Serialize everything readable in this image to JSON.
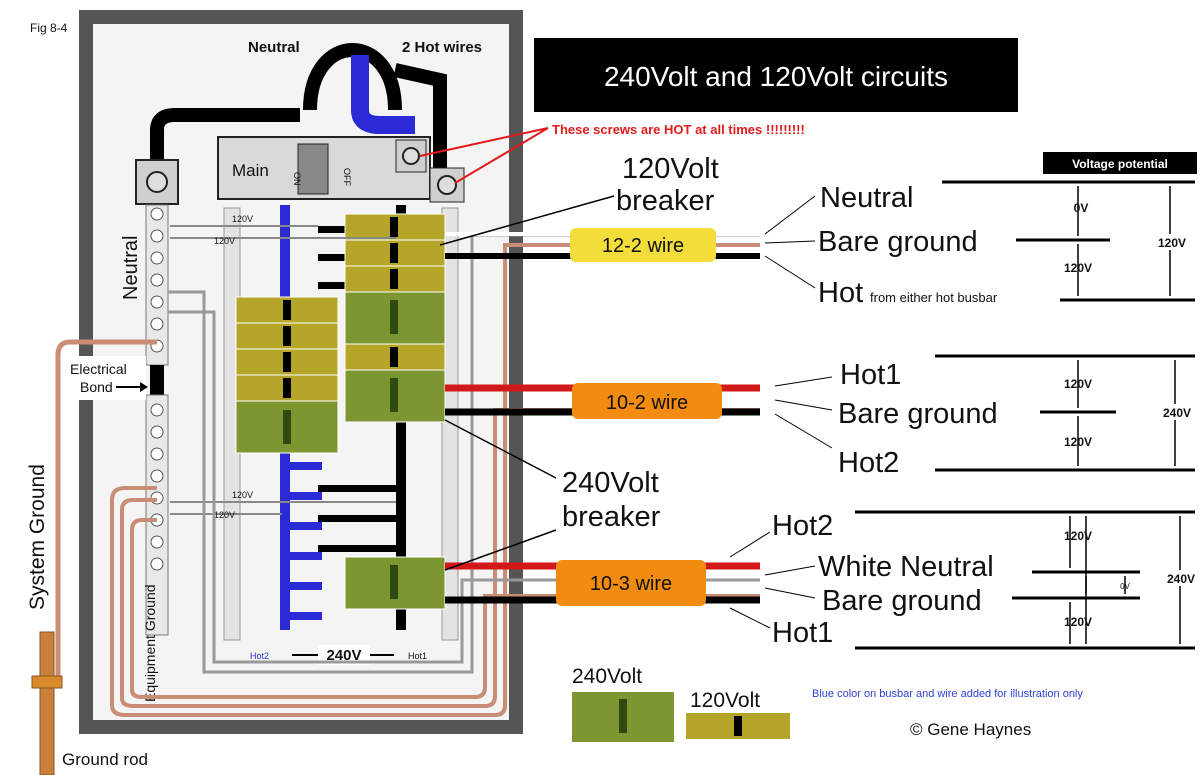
{
  "figure_label": "Fig 8-4",
  "title": "240Volt and 120Volt circuits",
  "service_entry": {
    "neutral": "Neutral",
    "hot_wires": "2 Hot wires"
  },
  "main_breaker": {
    "label": "Main",
    "on": "ON",
    "off": "OFF"
  },
  "hot_screws_note": "These screws are HOT at all times !!!!!!!!!",
  "labels": {
    "neutral_bar": "Neutral",
    "electrical_bond": "Electrical",
    "electrical_bond_2": "Bond",
    "system_ground": "System Ground",
    "equipment_ground": "Equipment Ground",
    "ground_rod": "Ground rod",
    "breaker_120_line1": "120Volt",
    "breaker_120_line2": "breaker",
    "breaker_240_line1": "240Volt",
    "breaker_240_line2": "breaker",
    "measure_120v": "120V",
    "bus_240v": "240V",
    "hot1_bus": "Hot1",
    "hot2_bus": "Hot2"
  },
  "voltage_header": "Voltage potential",
  "cables": {
    "c12_2": {
      "name": "12-2 wire",
      "wire_neutral": "Neutral",
      "wire_ground": "Bare ground",
      "wire_hot": "Hot",
      "hot_note": "from either hot busbar",
      "v_top": "0V",
      "v_bottom": "120V",
      "v_total": "120V"
    },
    "c10_2": {
      "name": "10-2 wire",
      "wire_hot1": "Hot1",
      "wire_ground": "Bare ground",
      "wire_hot2": "Hot2",
      "v_top": "120V",
      "v_bottom": "120V",
      "v_total": "240V"
    },
    "c10_3": {
      "name": "10-3 wire",
      "wire_hot2": "Hot2",
      "wire_neutral": "White Neutral",
      "wire_ground": "Bare ground",
      "wire_hot1": "Hot1",
      "v_top": "120V",
      "v_mid": "0V",
      "v_bottom": "120V",
      "v_total": "240V"
    }
  },
  "legend": {
    "b240": "240Volt",
    "b120": "120Volt"
  },
  "footnote": "Blue color on busbar and wire added for illustration only",
  "copyright": "© Gene Haynes",
  "colors": {
    "breaker_120": "#b5a62a",
    "breaker_240": "#7e9632",
    "busbar_blue": "#2b2bd6",
    "copper": "#c98c74",
    "hot_red": "#d21818",
    "cable_yellow": "#f2dd3a",
    "cable_orange": "#f28c10",
    "note_red": "#e21a1a",
    "footnote_blue": "#2f3fd8"
  }
}
